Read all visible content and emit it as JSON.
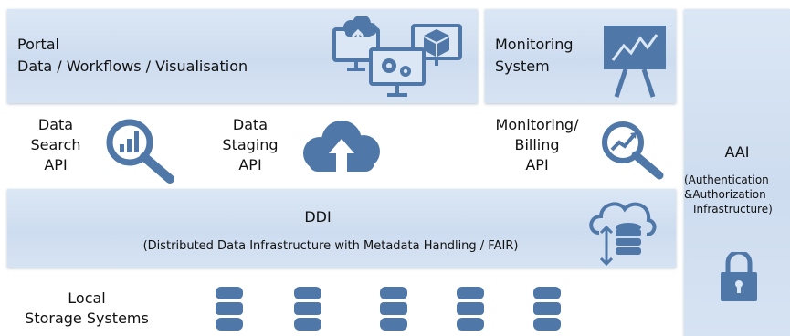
{
  "portal": {
    "title": "Portal",
    "subtitle": "Data / Workflows / Visualisation",
    "icon": "computer-network-icon"
  },
  "monitoring_system": {
    "line1": "Monitoring",
    "line2": "System",
    "icon": "presentation-chart-icon"
  },
  "apis": [
    {
      "lines": [
        "Data",
        "Search",
        "API"
      ],
      "icon": "search-analytics-icon"
    },
    {
      "lines": [
        "Data",
        "Staging",
        "API"
      ],
      "icon": "cloud-upload-icon"
    },
    {
      "lines": [
        "Monitoring/",
        "Billing",
        "API"
      ],
      "icon": "search-trend-icon"
    }
  ],
  "ddi": {
    "title": "DDI",
    "subtitle": "(Distributed Data Infrastructure with Metadata Handling / FAIR)",
    "icon": "cloud-database-icon"
  },
  "local_storage": {
    "line1": "Local",
    "line2": "Storage Systems",
    "icon": "database-icon"
  },
  "aai": {
    "title": "AAI",
    "line1": "(Authentication",
    "line2": "&Authorization",
    "line3": "Infrastructure)",
    "icon": "lock-icon"
  },
  "colors": {
    "icon_blue": "#4f78a8",
    "panel_light": "#dbe7f5",
    "panel_mid": "#cddcef"
  }
}
